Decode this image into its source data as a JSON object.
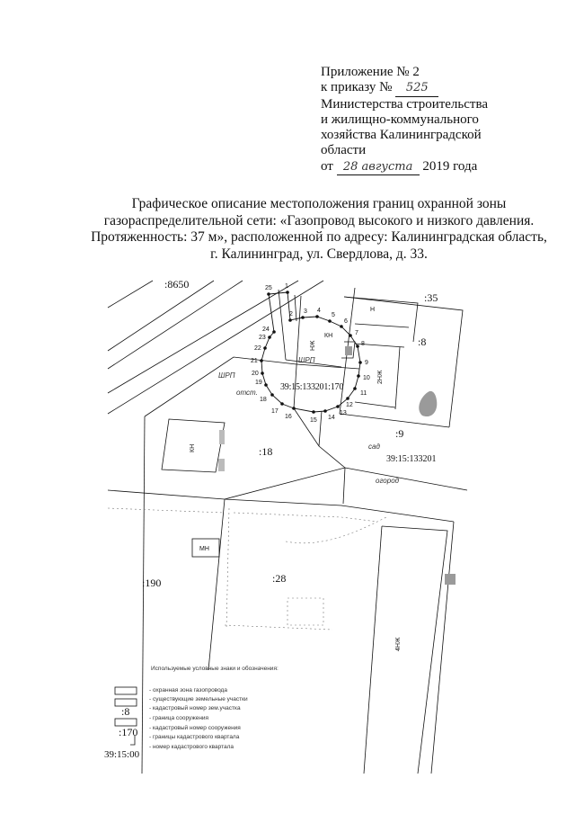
{
  "header": {
    "line1": "Приложение № 2",
    "order_prefix": "к приказу №",
    "order_number": "525",
    "line3": "Министерства строительства",
    "line4": "и жилищно-коммунального",
    "line5": "хозяйства Калининградской",
    "line6": "области",
    "date_prefix": "от",
    "date_handwritten": "28 августа",
    "date_suffix": "2019 года"
  },
  "title": {
    "line1": "Графическое описание местоположения границ охранной зоны",
    "line2": "газораспределительной сети: «Газопровод высокого и низкого давления.",
    "line3": "Протяженность: 37 м», расположенной по адресу: Калининградская область,",
    "line4": "г. Калининград, ул. Свердлова, д. 33."
  },
  "map": {
    "points": [
      "1",
      "2",
      "3",
      "4",
      "5",
      "6",
      "7",
      "8",
      "9",
      "10",
      "11",
      "12",
      "13",
      "14",
      "15",
      "16",
      "17",
      "18",
      "19",
      "20",
      "21",
      "22",
      "23",
      "24",
      "25"
    ],
    "labels": {
      "p8650": ":8650",
      "p35": ":35",
      "p8": ":8",
      "p9": ":9",
      "p18": ":18",
      "p28": ":28",
      "p190": ":190",
      "structure": "39:15:133201:170",
      "quarter": "39:15:133201",
      "sad": "сад",
      "ogorod": "огород",
      "shrp1": "ШРП",
      "shrp2": "ШРП",
      "otst": "отст.",
      "kn1": "КН",
      "kn2": "КН",
      "n": "Н",
      "nzh": "НЖ",
      "2nzh": "2НЖ",
      "mn": "МН",
      "4nzh": "4НЖ"
    }
  },
  "legend": {
    "heading": "Используемые условные знаки и обозначения:",
    "items": [
      "- охранная зона газопровода",
      "- существующие земельные участки",
      "- кадастровый номер зем.участка",
      "- граница сооружения",
      "- кадастровый номер сооружения",
      "- границы кадастрового квартала",
      "- номер кадастрового квартала"
    ],
    "sample_parcel": ":8",
    "sample_structure": ":170",
    "sample_quarter": "39:15:00"
  },
  "colors": {
    "gray_fill": "#9a9a9a",
    "line": "#111111"
  }
}
